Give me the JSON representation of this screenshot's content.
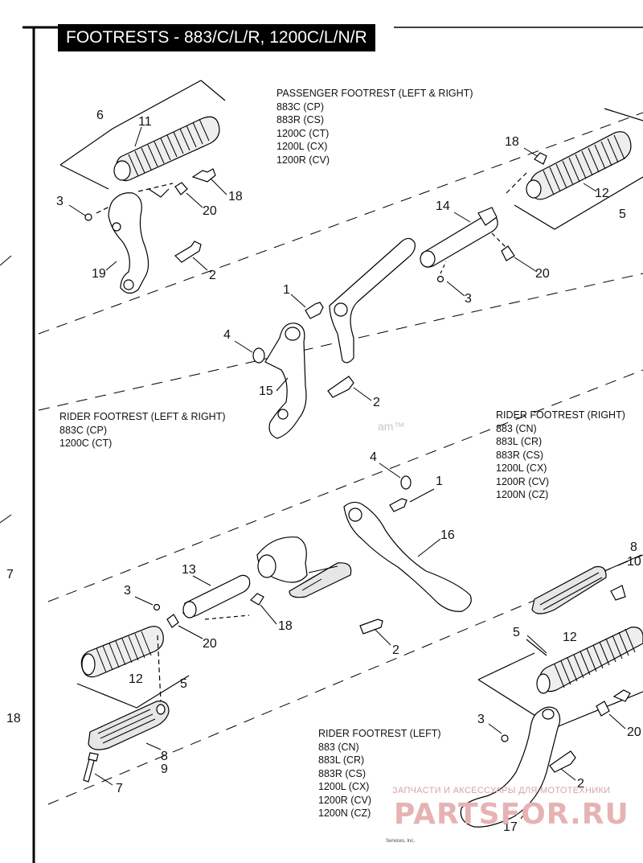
{
  "title": "FOOTRESTS - 883/C/L/R, 1200C/L/N/R",
  "groups": [
    {
      "heading": "PASSENGER FOOTREST (LEFT & RIGHT)",
      "models": [
        "883C (CP)",
        "883R (CS)",
        "1200C (CT)",
        "1200L (CX)",
        "1200R (CV)"
      ]
    },
    {
      "heading": "RIDER FOOTREST (LEFT & RIGHT)",
      "models": [
        "883C (CP)",
        "1200C (CT)"
      ]
    },
    {
      "heading": "RIDER FOOTREST (RIGHT)",
      "models": [
        "883 (CN)",
        "883L (CR)",
        "883R (CS)",
        "1200L (CX)",
        "1200R (CV)",
        "1200N (CZ)"
      ]
    },
    {
      "heading": "RIDER FOOTREST (LEFT)",
      "models": [
        "883 (CN)",
        "883L (CR)",
        "883R (CS)",
        "1200L (CX)",
        "1200R (CV)",
        "1200N (CZ)"
      ]
    }
  ],
  "callouts": [
    "6",
    "11",
    "3",
    "20",
    "18",
    "19",
    "2",
    "18",
    "12",
    "5",
    "14",
    "20",
    "3",
    "1",
    "4",
    "15",
    "2",
    "4",
    "1",
    "16",
    "13",
    "3",
    "18",
    "20",
    "12",
    "5",
    "8",
    "9",
    "7",
    "2",
    "8",
    "10",
    "5",
    "12",
    "3",
    "20",
    "2",
    "17",
    "7",
    "18"
  ],
  "watermark": {
    "line1": "ЗАПЧАСТИ И АКСЕССУАРЫ ДЛЯ МОТОТЕХНИКИ",
    "line2": "PARTSFOR.RU",
    "fragment": "am™"
  },
  "credit": "Services, Inc."
}
